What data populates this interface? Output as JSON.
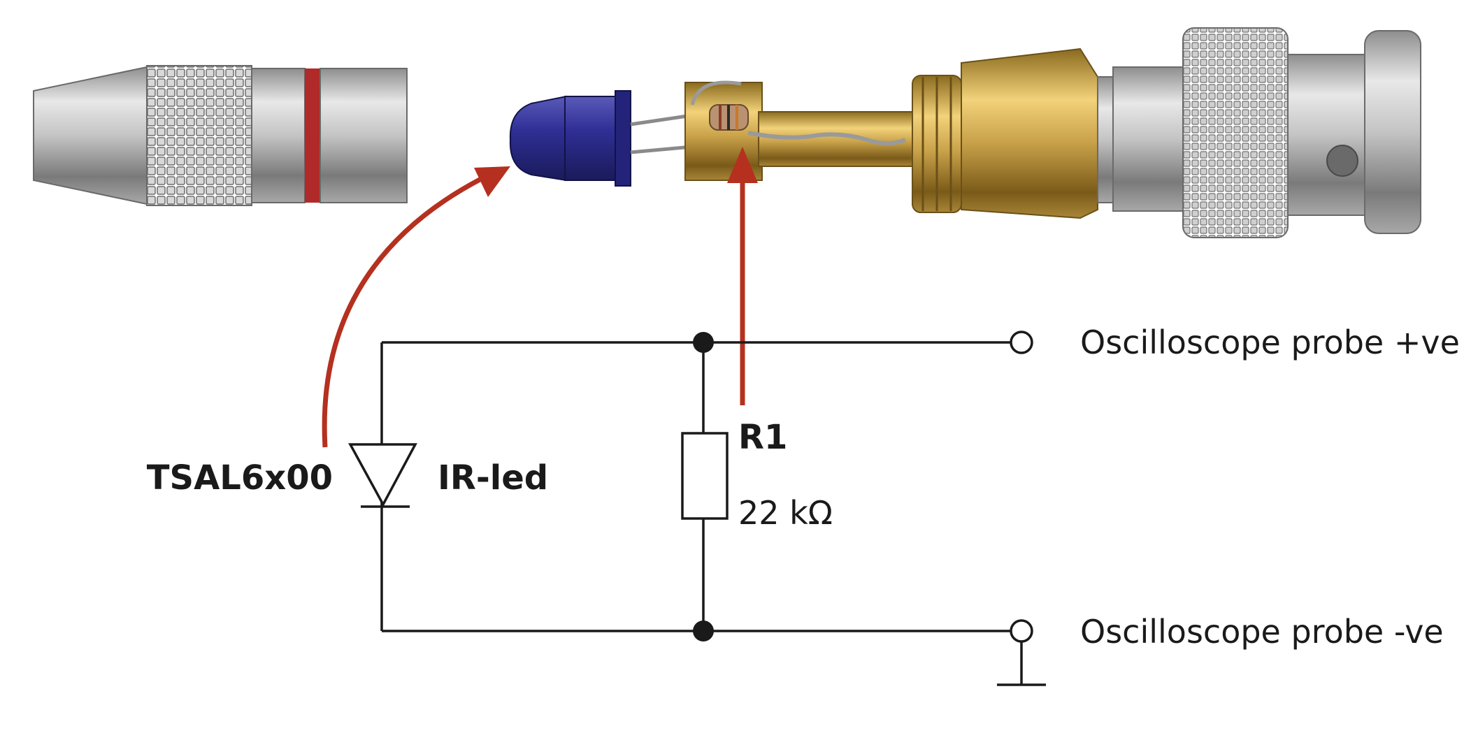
{
  "diagram": {
    "labels": {
      "part_number": "TSAL6x00",
      "led_label": "IR-led",
      "resistor_ref": "R1",
      "resistor_value": "22 kΩ",
      "probe_positive": "Oscilloscope probe +ve",
      "probe_negative": "Oscilloscope probe -ve"
    },
    "photo_parts": [
      "connector-sleeve",
      "ir-led",
      "solder-cup-with-resistor",
      "bnc-connector"
    ],
    "colors": {
      "wire": "#1a1a1a",
      "callout_arrow": "#b5301f",
      "led_body": "#2a2a8a",
      "gold": "#c9a24a",
      "nickel": "#b8b8b8",
      "red_band": "#b02a2a"
    }
  }
}
